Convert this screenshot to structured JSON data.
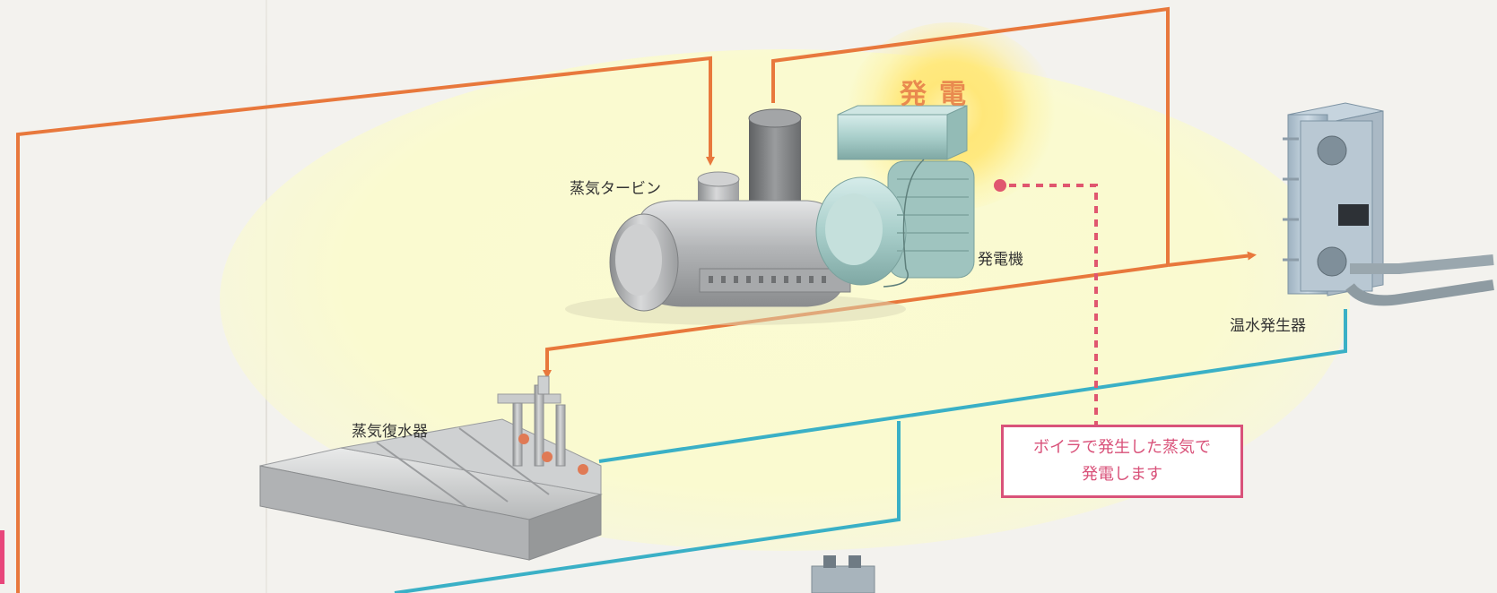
{
  "labels": {
    "steam_turbine": "蒸気タービン",
    "generator": "発電機",
    "hot_water_generator": "温水発生器",
    "steam_condenser": "蒸気復水器",
    "power_generation": "発電"
  },
  "callout": {
    "line1": "ボイラで発生した蒸気で",
    "line2": "発電します"
  },
  "colors": {
    "steam_pipe": "#e8783c",
    "water_pipe": "#3ab0c6",
    "callout": "#d9527a"
  }
}
